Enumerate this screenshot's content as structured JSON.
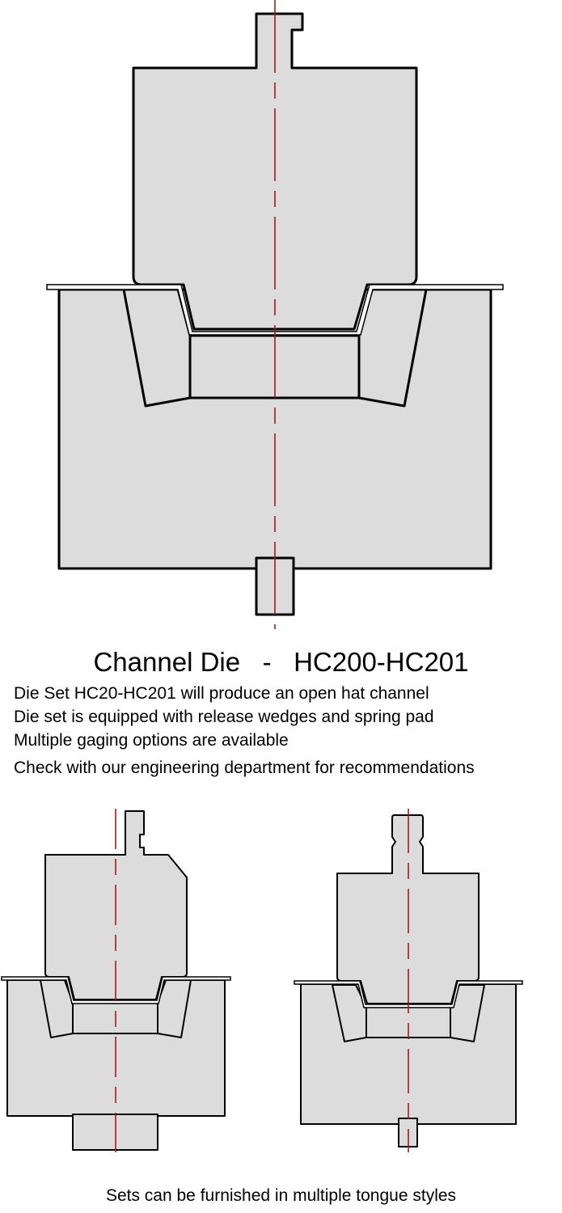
{
  "title": "Channel Die   -   HC200-HC201",
  "description_lines": [
    "Die Set HC20-HC201 will produce an open hat channel",
    "Die set is equipped with release wedges and spring pad",
    "Multiple gaging options are available",
    "Check with our engineering department for recommendations"
  ],
  "caption": "Sets can be furnished in multiple tongue styles",
  "colors": {
    "part_fill": "#dcdcdc",
    "centerline": "#a01010",
    "outline": "#000000"
  }
}
